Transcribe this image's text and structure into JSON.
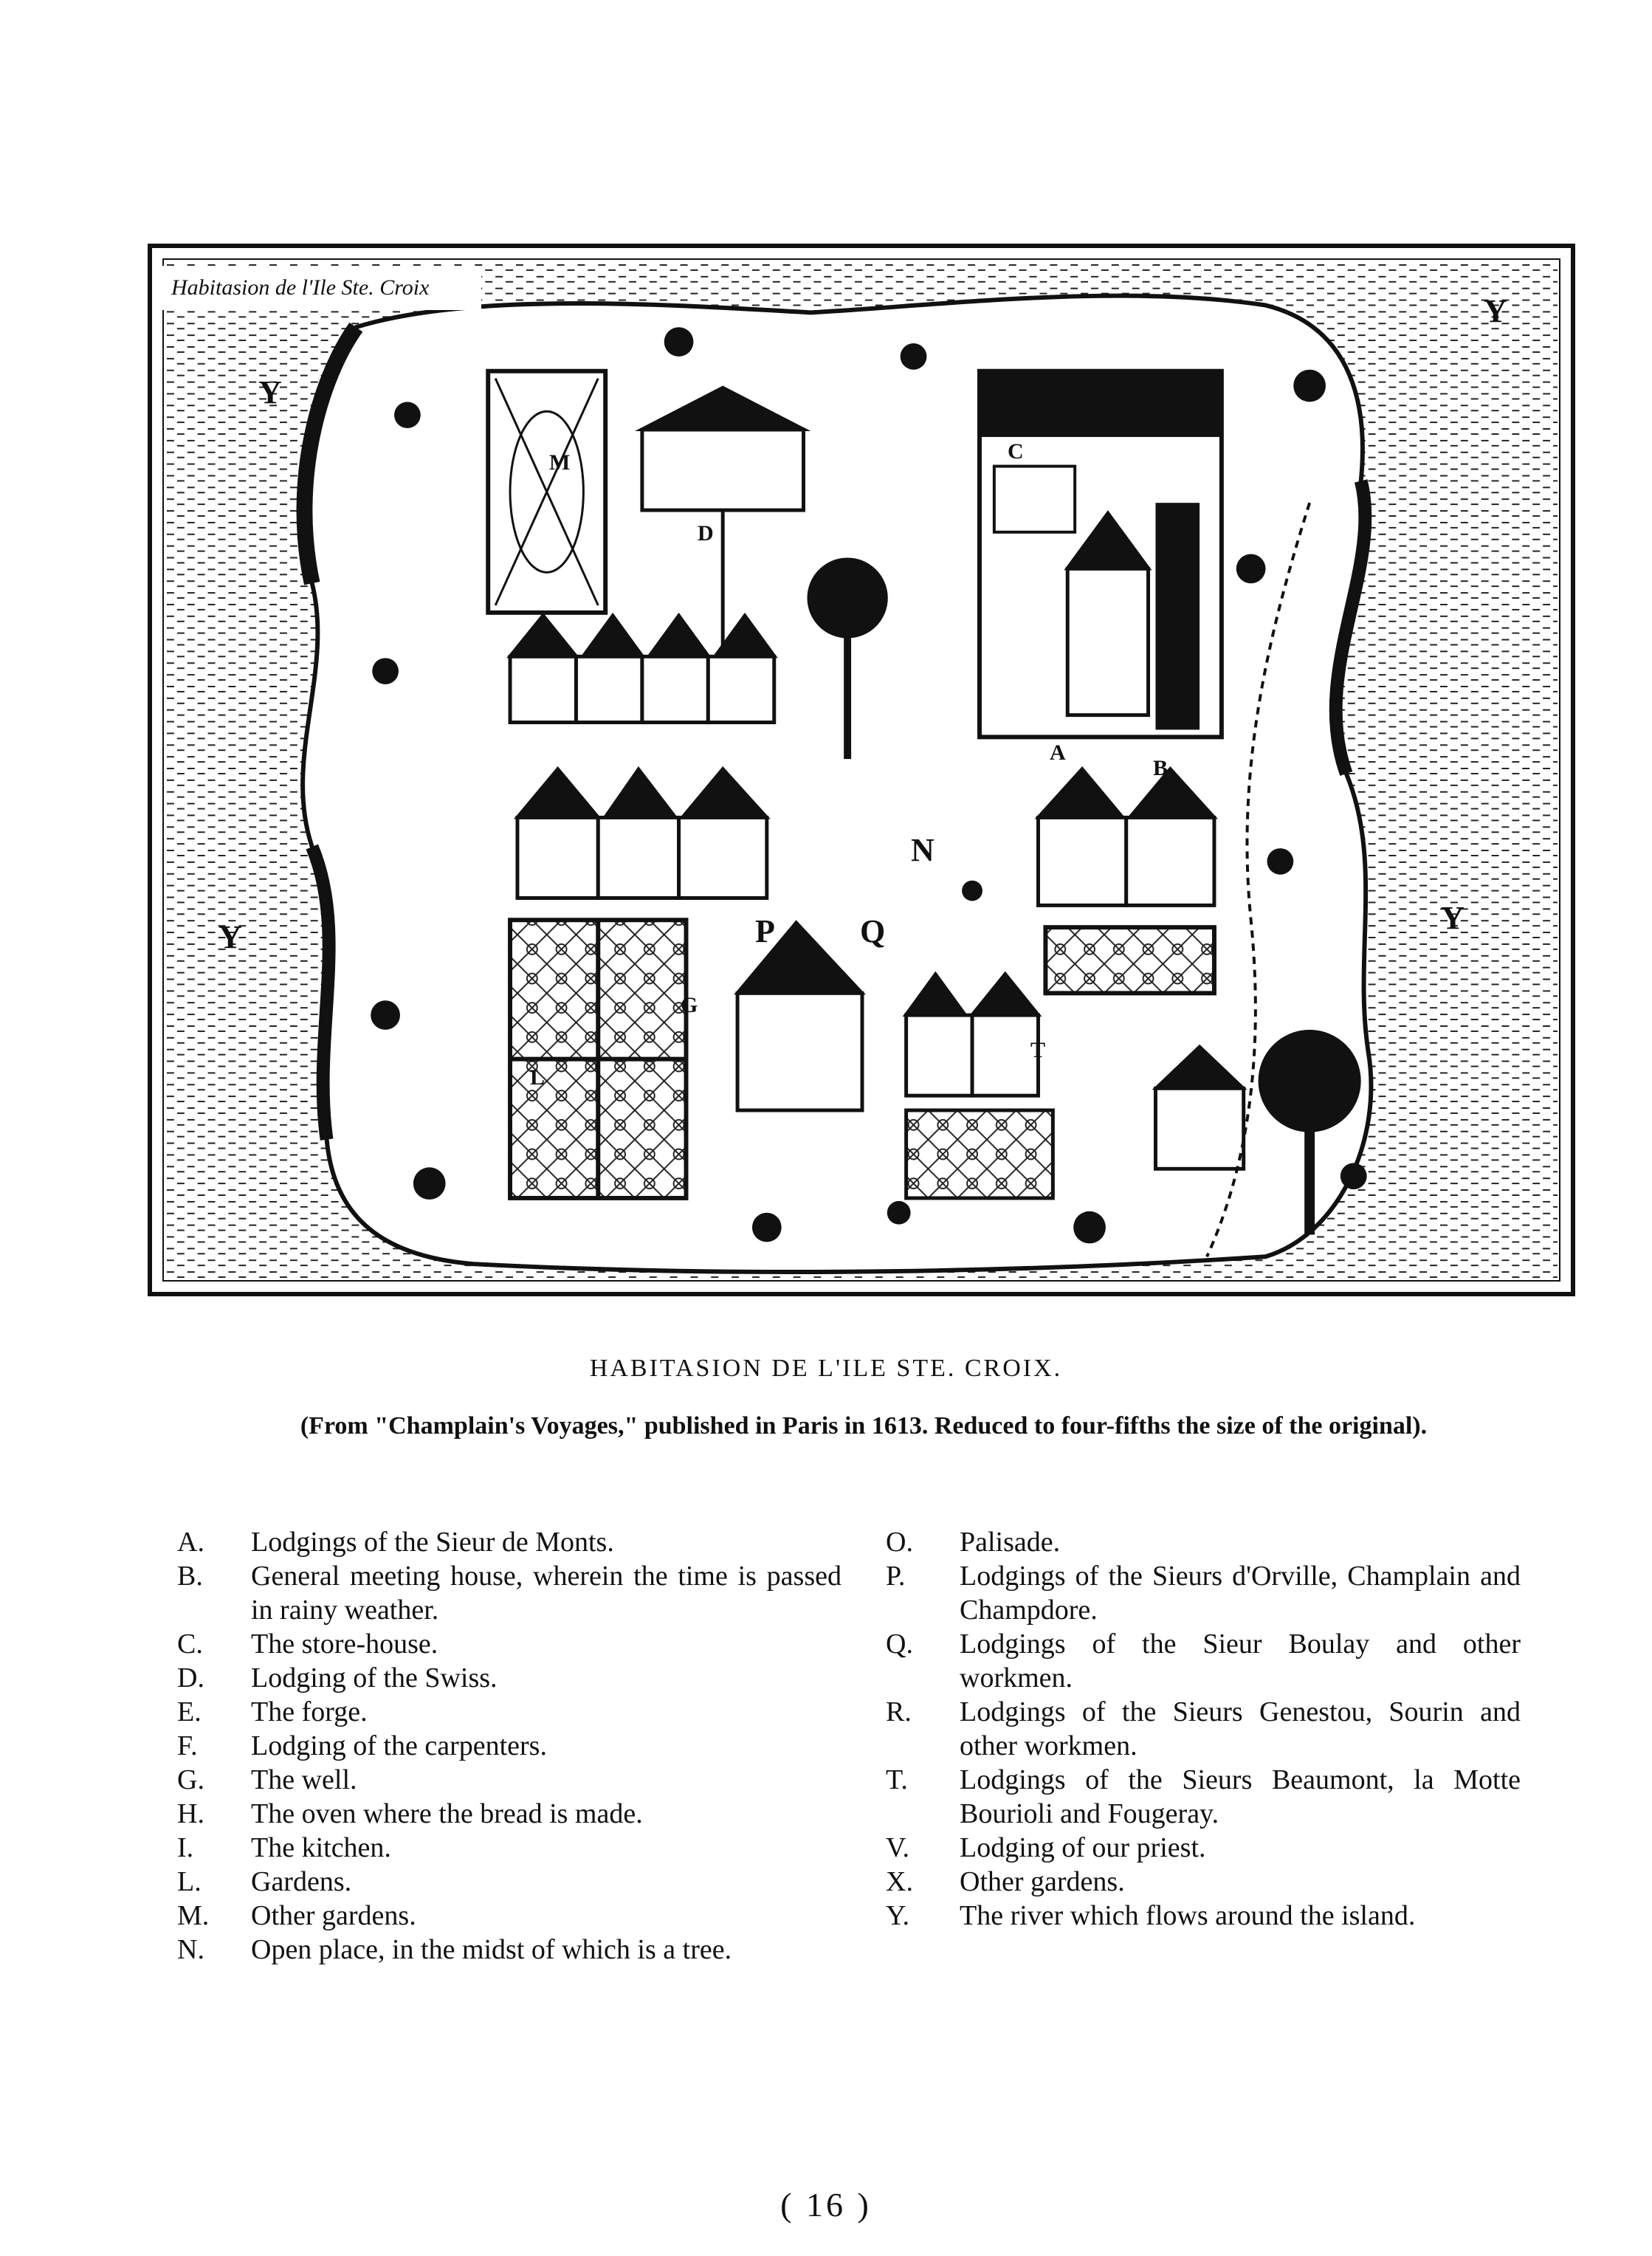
{
  "map": {
    "cartouche": "Habitasion de l'Ile Ste. Croix",
    "labels": {
      "A": "A",
      "B": "B",
      "C": "C",
      "D": "D",
      "G": "G",
      "L": "L",
      "M": "M",
      "N": "N",
      "P": "P",
      "Q": "Q",
      "T": "T",
      "Y1": "Y",
      "Y2": "Y",
      "Y3": "Y",
      "Y4": "Y"
    }
  },
  "caption": {
    "title": "HABITASION DE L'ILE STE. CROIX.",
    "source": "(From \"Champlain's Voyages,\" published in Paris in 1613.  Reduced to four-fifths the size of the original)."
  },
  "legend": {
    "left": [
      {
        "letter": "A.",
        "text": "Lodgings of the Sieur de Monts."
      },
      {
        "letter": "B.",
        "text": "General meeting house, wherein the time is passed in rainy weather."
      },
      {
        "letter": "C.",
        "text": "The store-house."
      },
      {
        "letter": "D.",
        "text": "Lodging of the Swiss."
      },
      {
        "letter": "E.",
        "text": "The forge."
      },
      {
        "letter": "F.",
        "text": "Lodging of the carpenters."
      },
      {
        "letter": "G.",
        "text": "The well."
      },
      {
        "letter": "H.",
        "text": "The oven where the bread is made."
      },
      {
        "letter": "I.",
        "text": "The kitchen."
      },
      {
        "letter": "L.",
        "text": "Gardens."
      },
      {
        "letter": "M.",
        "text": "Other gardens."
      },
      {
        "letter": "N.",
        "text": "Open place, in the midst of which is a tree."
      }
    ],
    "right": [
      {
        "letter": "O.",
        "text": "Palisade."
      },
      {
        "letter": "P.",
        "text": "Lodgings of the Sieurs d'Orville, Champlain and Champdore."
      },
      {
        "letter": "Q.",
        "text": "Lodgings of the Sieur Boulay and other workmen."
      },
      {
        "letter": "R.",
        "text": "Lodgings of the Sieurs Genestou, Sourin and other workmen."
      },
      {
        "letter": "T.",
        "text": "Lodgings of the Sieurs Beaumont, la Motte Bourioli and Fougeray."
      },
      {
        "letter": "V.",
        "text": "Lodging of our priest."
      },
      {
        "letter": "X.",
        "text": "Other gardens."
      },
      {
        "letter": "Y.",
        "text": "The river which flows around the island."
      }
    ]
  },
  "page_number": "( 16 )"
}
